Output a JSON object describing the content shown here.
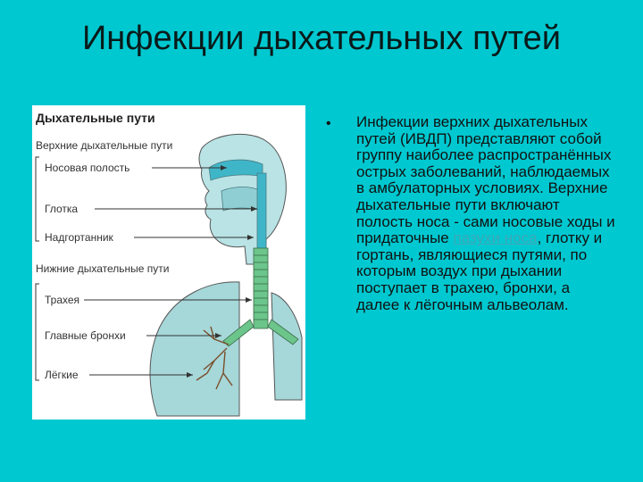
{
  "slide": {
    "title": "Инфекции дыхательных путей"
  },
  "figure": {
    "heading": "Дыхательные пути",
    "upper_group": "Верхние дыхательные пути",
    "upper_items": [
      "Носовая полость",
      "Глотка",
      "Надгортанник"
    ],
    "lower_group": "Нижние дыхательные пути",
    "lower_items": [
      "Трахея",
      "Главные бронхи",
      "Лёгкие"
    ]
  },
  "bullet": {
    "text_before_link": "Инфекции верхних дыхательных путей (ИВДП) представляют собой группу наиболее распространённых острых заболеваний, наблюдаемых в амбулаторных условиях. Верхние дыхательные пути включают полость носа - сами носовые ходы и придаточные ",
    "link_text": "пазухи носа",
    "text_after_link": ", глотку и гортань, являющиеся путями, по которым воздух при дыхании поступает в трахею, бронхи, а далее к лёгочным альвеолам."
  },
  "colors": {
    "background": "#00c8d0",
    "link": "#3fa7b8",
    "anatomy_fill": "#9fd8d8",
    "airway_fill": "#6cc58a"
  }
}
